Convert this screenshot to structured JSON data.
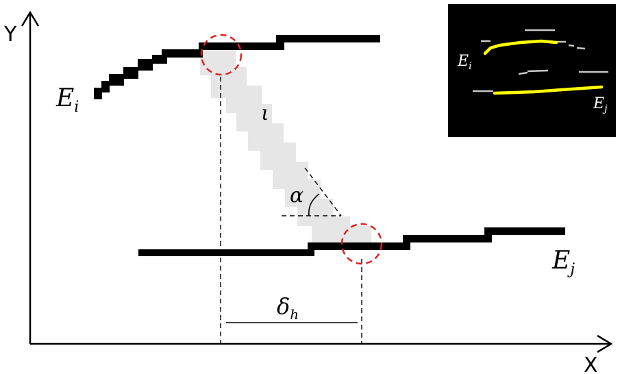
{
  "axes": {
    "x_label": "X",
    "y_label": "Y"
  },
  "edges": {
    "upper": {
      "main": "E",
      "sub": "i"
    },
    "lower": {
      "main": "E",
      "sub": "j"
    }
  },
  "annotations": {
    "iota": "ι",
    "alpha": "α",
    "delta": {
      "main": "δ",
      "sub": "h"
    }
  },
  "inset": {
    "upper_label": {
      "main": "E",
      "sub": "i"
    },
    "lower_label": {
      "main": "E",
      "sub": "j"
    }
  },
  "colors": {
    "edge": "#000000",
    "band": "#e6e6e6",
    "endpoint_circle": "#e02020",
    "inset_background": "#000000",
    "inset_highlight": "#ffff00",
    "inset_other_edges": "#c8c8c8"
  }
}
